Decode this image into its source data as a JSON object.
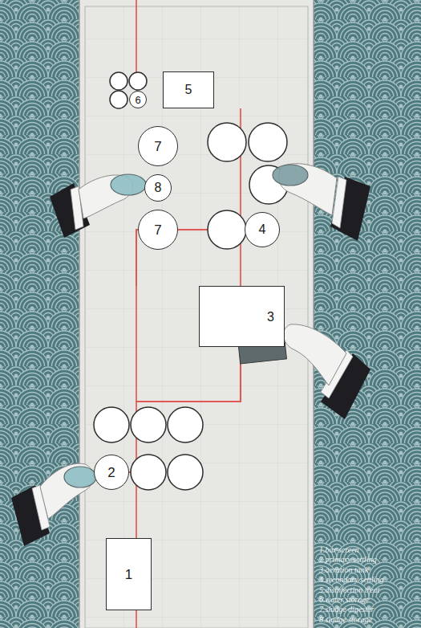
{
  "diagram": {
    "nodes": [
      {
        "text": [
          "6"
        ]
      },
      {
        "text": [
          "5"
        ]
      },
      {
        "text": [
          "7"
        ]
      },
      {
        "text": [
          "8"
        ]
      },
      {
        "text": [
          "7"
        ]
      },
      {
        "text": [
          "4"
        ]
      },
      {
        "text": [
          "3"
        ]
      },
      {
        "text": [
          "2"
        ]
      },
      {
        "text": [
          "1"
        ]
      }
    ],
    "edges": [
      {
        "from": 8,
        "to": 7,
        "arrow": "none"
      },
      {
        "from": 7,
        "to": 6,
        "arrow": "none"
      },
      {
        "from": 6,
        "to": 5,
        "arrow": "none"
      },
      {
        "from": 5,
        "to": 1,
        "arrow": "none"
      }
    ],
    "labels": [
      "1.bar screen",
      "2.primary settling",
      "3.aeration tank",
      "4.secondary settling",
      "5.disinfection treat",
      "6.water storage",
      "7.sludge digester",
      "8.sludge storage"
    ]
  }
}
